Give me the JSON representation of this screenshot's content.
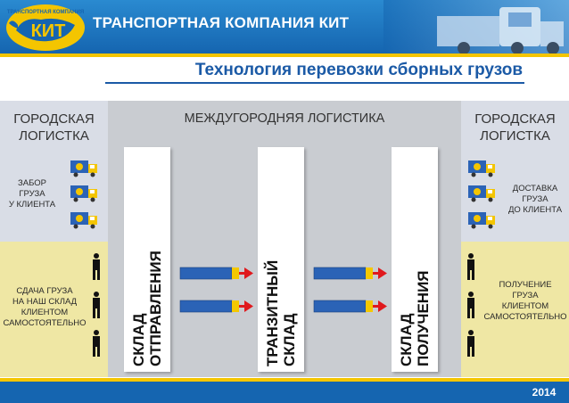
{
  "header": {
    "company": "ТРАНСПОРТНАЯ КОМПАНИЯ КИТ",
    "logo_text": "КИТ",
    "logo_arc_text": "ТРАНСПОРТНАЯ КОМПАНИЯ"
  },
  "title": "Технология перевозки сборных грузов",
  "left": {
    "title_line1": "ГОРОДСКАЯ",
    "title_line2": "ЛОГИСТКА",
    "pickup": [
      "ЗАБОР",
      "ГРУЗА",
      "У КЛИЕНТА"
    ],
    "dropoff": [
      "СДАЧА ГРУЗА",
      "НА НАШ СКЛАД",
      "КЛИЕНТОМ",
      "САМОСТОЯТЕЛЬНО"
    ]
  },
  "middle": {
    "title": "МЕЖДУГОРОДНЯЯ ЛОГИСТИКА",
    "pillars": [
      {
        "line1": "СКЛАД",
        "line2": "ОТПРАВЛЕНИЯ"
      },
      {
        "line1": "ТРАНЗИТНЫЙ",
        "line2": "СКЛАД"
      },
      {
        "line1": "СКЛАД",
        "line2": "ПОЛУЧЕНИЯ"
      }
    ]
  },
  "right": {
    "title_line1": "ГОРОДСКАЯ",
    "title_line2": "ЛОГИСТКА",
    "delivery": [
      "ДОСТАВКА",
      "ГРУЗА",
      "ДО КЛИЕНТА"
    ],
    "pickup_self": [
      "ПОЛУЧЕНИЕ",
      "ГРУЗА",
      "КЛИЕНТОМ",
      "САМОСТОЯТЕЛЬНО"
    ]
  },
  "footer": {
    "year": "2014"
  },
  "colors": {
    "brand_blue": "#1565b0",
    "accent_yellow": "#f4c500",
    "title_blue": "#1b5aa6",
    "arrow_red": "#e0191d",
    "upper_zone": "#d9dde6",
    "lower_zone": "#efe7a4"
  },
  "icons": {
    "logo": "whale-logo-icon",
    "truck": "truck-icon",
    "person": "person-icon",
    "arrow": "arrow-right-icon"
  }
}
